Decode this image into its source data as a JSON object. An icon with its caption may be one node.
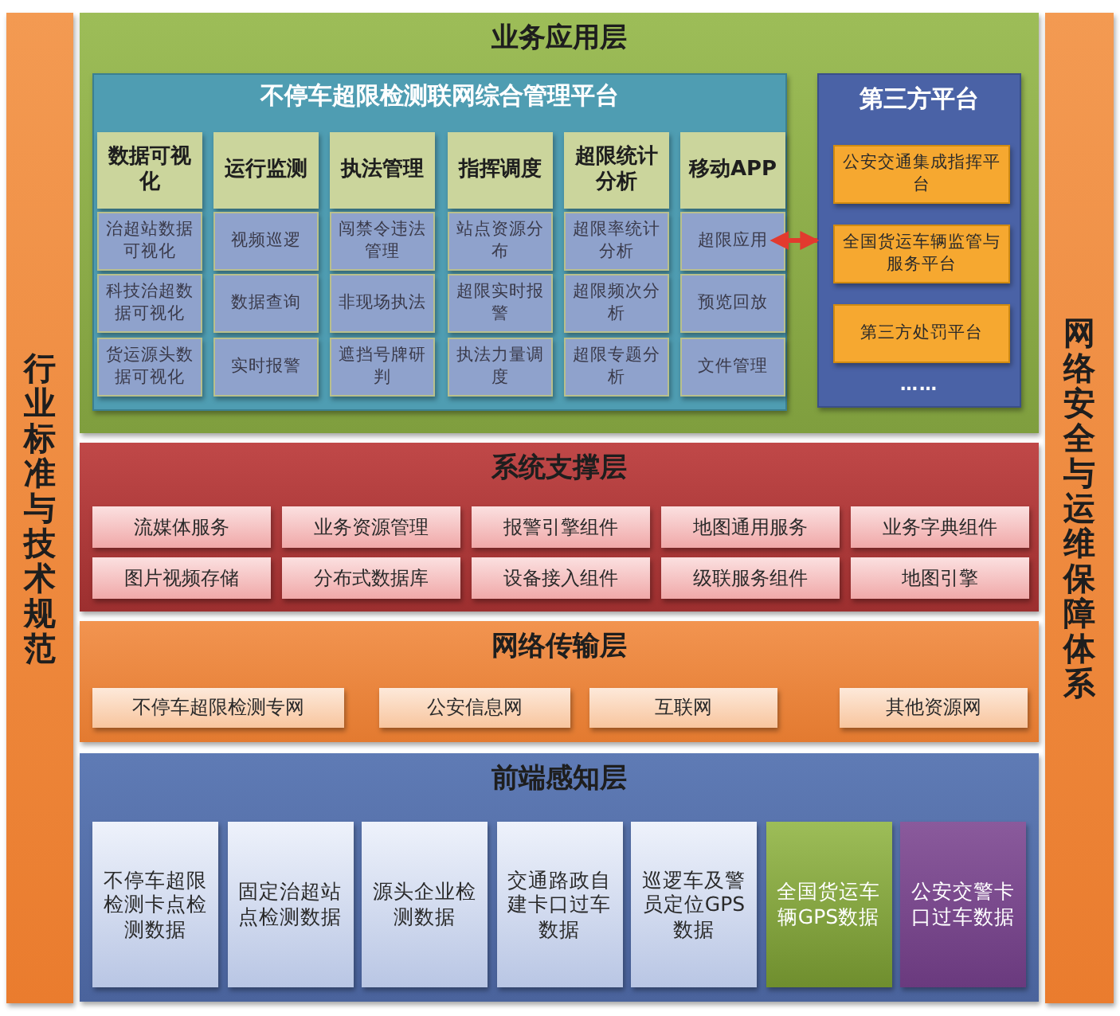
{
  "diagram": {
    "nodes": [
      {
        "text": [
          "行业标准与技术规范"
        ]
      },
      {
        "text": [
          "网络安全与运维保障体系"
        ]
      },
      {
        "text": [
          "业务应用层"
        ]
      },
      {
        "text": [
          "不停车超限检测联网综合管理平台"
        ],
        "in": 2
      },
      {
        "text": [
          "数据可视化"
        ],
        "in": 3
      },
      {
        "text": [
          "治超站数据可视化"
        ],
        "in": 3
      },
      {
        "text": [
          "科技治超数据可视化"
        ],
        "in": 3
      },
      {
        "text": [
          "货运源头数据可视化"
        ],
        "in": 3
      },
      {
        "text": [
          "运行监测"
        ],
        "in": 3
      },
      {
        "text": [
          "视频巡逻"
        ],
        "in": 3
      },
      {
        "text": [
          "数据查询"
        ],
        "in": 3
      },
      {
        "text": [
          "实时报警"
        ],
        "in": 3
      },
      {
        "text": [
          "执法管理"
        ],
        "in": 3
      },
      {
        "text": [
          "闯禁令违法管理"
        ],
        "in": 3
      },
      {
        "text": [
          "非现场执法"
        ],
        "in": 3
      },
      {
        "text": [
          "遮挡号牌研判"
        ],
        "in": 3
      },
      {
        "text": [
          "指挥调度"
        ],
        "in": 3
      },
      {
        "text": [
          "站点资源分布"
        ],
        "in": 3
      },
      {
        "text": [
          "超限实时报警"
        ],
        "in": 3
      },
      {
        "text": [
          "执法力量调度"
        ],
        "in": 3
      },
      {
        "text": [
          "超限统计分析"
        ],
        "in": 3
      },
      {
        "text": [
          "超限率统计分析"
        ],
        "in": 3
      },
      {
        "text": [
          "超限频次分析"
        ],
        "in": 3
      },
      {
        "text": [
          "超限专题分析"
        ],
        "in": 3
      },
      {
        "text": [
          "移动APP"
        ],
        "in": 3
      },
      {
        "text": [
          "超限应用"
        ],
        "in": 3
      },
      {
        "text": [
          "预览回放"
        ],
        "in": 3
      },
      {
        "text": [
          "文件管理"
        ],
        "in": 3
      },
      {
        "text": [
          "第三方平台",
          "……"
        ],
        "in": 2
      },
      {
        "text": [
          "公安交通集成指挥平台"
        ],
        "in": 28
      },
      {
        "text": [
          "全国货运车辆监管与服务平台"
        ],
        "in": 28
      },
      {
        "text": [
          "第三方处罚平台"
        ],
        "in": 28
      },
      {
        "text": [
          "系统支撑层"
        ]
      },
      {
        "text": [
          "流媒体服务"
        ],
        "in": 32
      },
      {
        "text": [
          "业务资源管理"
        ],
        "in": 32
      },
      {
        "text": [
          "报警引擎组件"
        ],
        "in": 32
      },
      {
        "text": [
          "地图通用服务"
        ],
        "in": 32
      },
      {
        "text": [
          "业务字典组件"
        ],
        "in": 32
      },
      {
        "text": [
          "图片视频存储"
        ],
        "in": 32
      },
      {
        "text": [
          "分布式数据库"
        ],
        "in": 32
      },
      {
        "text": [
          "设备接入组件"
        ],
        "in": 32
      },
      {
        "text": [
          "级联服务组件"
        ],
        "in": 32
      },
      {
        "text": [
          "地图引擎"
        ],
        "in": 32
      },
      {
        "text": [
          "网络传输层"
        ]
      },
      {
        "text": [
          "不停车超限检测专网"
        ],
        "in": 43
      },
      {
        "text": [
          "公安信息网"
        ],
        "in": 43
      },
      {
        "text": [
          "互联网"
        ],
        "in": 43
      },
      {
        "text": [
          "其他资源网"
        ],
        "in": 43
      },
      {
        "text": [
          "前端感知层"
        ]
      },
      {
        "text": [
          "不停车超限检测卡点检测数据"
        ],
        "in": 48
      },
      {
        "text": [
          "固定治超站点检测数据"
        ],
        "in": 48
      },
      {
        "text": [
          "源头企业检测数据"
        ],
        "in": 48
      },
      {
        "text": [
          "交通路政自建卡口过车数据"
        ],
        "in": 48
      },
      {
        "text": [
          "巡逻车及警员定位GPS数据"
        ],
        "in": 48
      },
      {
        "text": [
          "全国货运车辆GPS数据"
        ],
        "in": 48
      },
      {
        "text": [
          "公安交警卡口过车数据"
        ],
        "in": 48
      }
    ],
    "edges": [
      {
        "from": 3,
        "to": 28,
        "arrow": "both",
        "color": "#e23a2e"
      }
    ]
  }
}
